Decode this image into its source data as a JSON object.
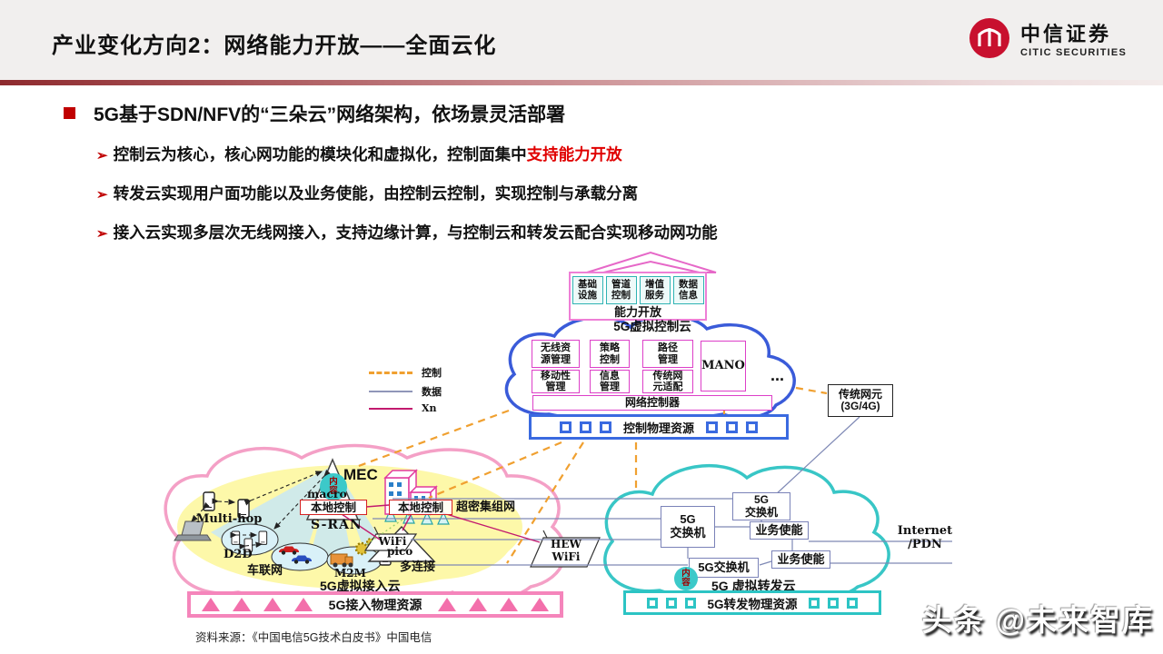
{
  "header": {
    "title": "产业变化方向2：网络能力开放——全面云化",
    "logo_cn": "中信证券",
    "logo_en": "CITIC SECURITIES"
  },
  "bullets": {
    "marker": "➢",
    "heading": "5G基于SDN/NFV的“三朵云”网络架构，依场景灵活部署",
    "item1_normal": "控制云为核心，核心网功能的模块化和虚拟化，控制面集中",
    "item1_red": "支持能力开放",
    "item2": "转发云实现用户面功能以及业务使能，由控制云控制，实现控制与承载分离",
    "item3": "接入云实现多层次无线网接入，支持边缘计算，与控制云和转发云配合实现移动网功能"
  },
  "diagram": {
    "capability": {
      "items": [
        "基础\n设施",
        "管道\n控制",
        "增值\n服务",
        "数据\n信息"
      ],
      "label": "能力开放"
    },
    "control_cloud": {
      "title": "5G虚拟控制云",
      "m1": "无线资\n源管理",
      "m2": "策略\n控制",
      "m3": "路径\n管理",
      "m4": "移动性\n管理",
      "m5": "信息\n管理",
      "m6": "传统网\n元适配",
      "mano": "MANO",
      "more": "...",
      "controller": "网络控制器",
      "physical": "控制物理资源"
    },
    "legend": {
      "control": "控制",
      "data": "数据",
      "xn": "Xn"
    },
    "legacy": "传统网元\n(3G/4G)",
    "access": {
      "mec": "MEC",
      "macro": "macro",
      "local1": "本地控制",
      "sran": "S-RAN",
      "multihop": "Multi-hop",
      "d2d": "D2D",
      "iov": "车联网",
      "m2m": "M2M",
      "multiconn": "多连接",
      "wifi": "WiFi",
      "pico": "pico",
      "local2": "本地控制",
      "dense": "超密集组网",
      "content": "内\n容",
      "title": "5G虚拟接入云",
      "physical": "5G接入物理资源"
    },
    "hew": "HEW\nWiFi",
    "forward": {
      "sw_main": "5G\n交换机",
      "sw_top": "5G\n交换机",
      "sw_bottom": "5G交换机",
      "enable1": "业务使能",
      "enable2": "业务使能",
      "content": "内\n容",
      "title": "5G 虚拟转发云",
      "physical": "5G转发物理资源"
    },
    "internet": "Internet\n/PDN",
    "source": "资料来源：《中国电信5G技术白皮书》中国电信",
    "watermark": "头条 @未来智库"
  }
}
